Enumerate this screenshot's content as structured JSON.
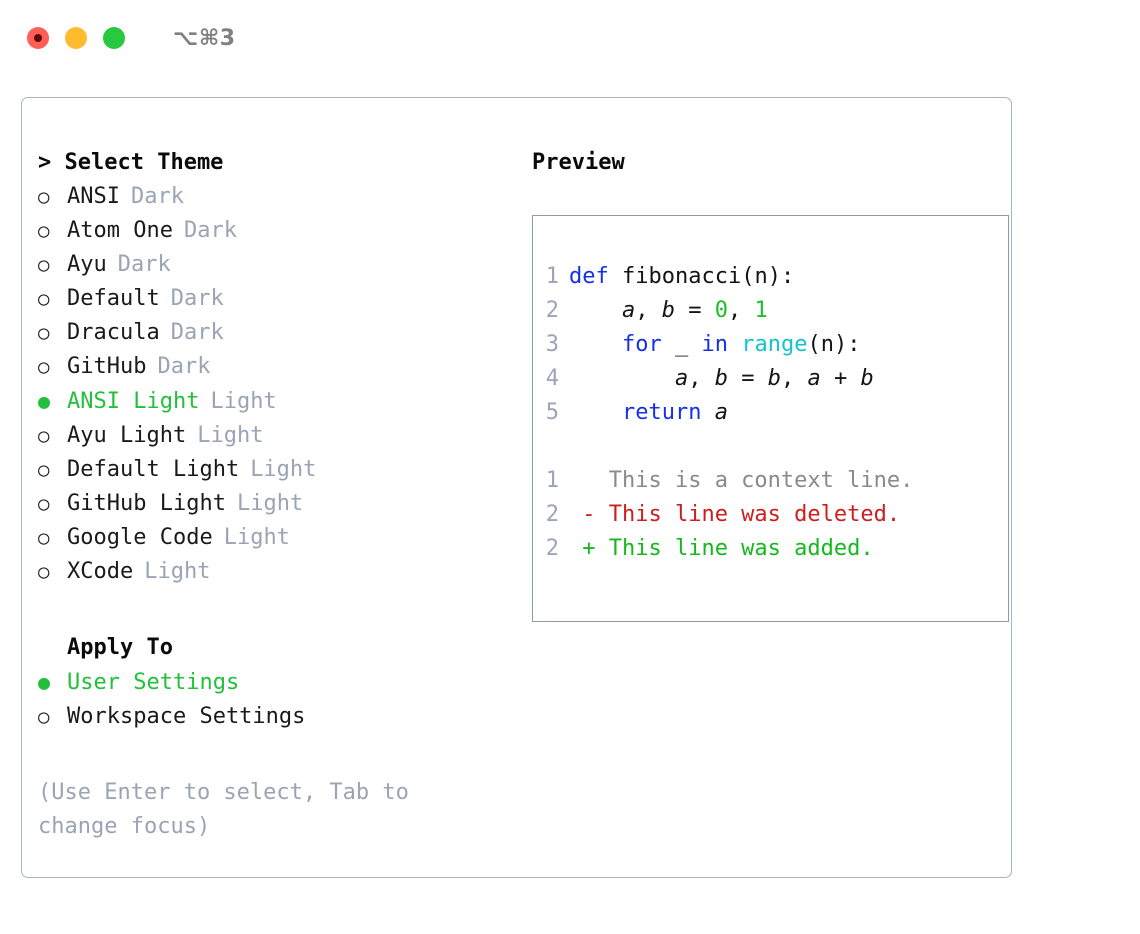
{
  "titlebar": {
    "shortcut": "⌥⌘3",
    "buttons": [
      {
        "name": "close",
        "color": "#ff5f57"
      },
      {
        "name": "minimize",
        "color": "#febc2e"
      },
      {
        "name": "maximize",
        "color": "#28c840"
      }
    ]
  },
  "theme_list": {
    "header": "> Select Theme",
    "selected_value": "ANSI Light",
    "items": [
      {
        "bullet": "○",
        "label": "ANSI",
        "suffix": "Dark",
        "selected": false
      },
      {
        "bullet": "○",
        "label": "Atom One",
        "suffix": "Dark",
        "selected": false
      },
      {
        "bullet": "○",
        "label": "Ayu",
        "suffix": "Dark",
        "selected": false
      },
      {
        "bullet": "○",
        "label": "Default",
        "suffix": "Dark",
        "selected": false
      },
      {
        "bullet": "○",
        "label": "Dracula",
        "suffix": "Dark",
        "selected": false
      },
      {
        "bullet": "○",
        "label": "GitHub",
        "suffix": "Dark",
        "selected": false
      },
      {
        "bullet": "●",
        "label": "ANSI Light",
        "suffix": "Light",
        "selected": true
      },
      {
        "bullet": "○",
        "label": "Ayu Light",
        "suffix": "Light",
        "selected": false
      },
      {
        "bullet": "○",
        "label": "Default Light",
        "suffix": "Light",
        "selected": false
      },
      {
        "bullet": "○",
        "label": "GitHub Light",
        "suffix": "Light",
        "selected": false
      },
      {
        "bullet": "○",
        "label": "Google Code",
        "suffix": "Light",
        "selected": false
      },
      {
        "bullet": "○",
        "label": "XCode",
        "suffix": "Light",
        "selected": false
      }
    ]
  },
  "apply_to": {
    "header": "Apply To",
    "selected_value": "User Settings",
    "items": [
      {
        "bullet": "●",
        "label": "User Settings",
        "selected": true
      },
      {
        "bullet": "○",
        "label": "Workspace Settings",
        "selected": false
      }
    ]
  },
  "hint": "(Use Enter to select, Tab to change focus)",
  "preview": {
    "title": "Preview",
    "code_lines": [
      {
        "number": "1",
        "tokens": [
          {
            "text": "def",
            "kind": "kw"
          },
          {
            "text": " ",
            "kind": "plain"
          },
          {
            "text": "fibonacci",
            "kind": "fn"
          },
          {
            "text": "(n):",
            "kind": "plain"
          }
        ]
      },
      {
        "number": "2",
        "tokens": [
          {
            "text": "    ",
            "kind": "plain"
          },
          {
            "text": "a",
            "kind": "var"
          },
          {
            "text": ", ",
            "kind": "plain"
          },
          {
            "text": "b",
            "kind": "var"
          },
          {
            "text": " = ",
            "kind": "plain"
          },
          {
            "text": "0",
            "kind": "num"
          },
          {
            "text": ", ",
            "kind": "plain"
          },
          {
            "text": "1",
            "kind": "num"
          }
        ]
      },
      {
        "number": "3",
        "tokens": [
          {
            "text": "    ",
            "kind": "plain"
          },
          {
            "text": "for",
            "kind": "kw"
          },
          {
            "text": " _ ",
            "kind": "plain"
          },
          {
            "text": "in",
            "kind": "kw"
          },
          {
            "text": " ",
            "kind": "plain"
          },
          {
            "text": "range",
            "kind": "builtin"
          },
          {
            "text": "(n):",
            "kind": "plain"
          }
        ]
      },
      {
        "number": "4",
        "tokens": [
          {
            "text": "        ",
            "kind": "plain"
          },
          {
            "text": "a",
            "kind": "var"
          },
          {
            "text": ", ",
            "kind": "plain"
          },
          {
            "text": "b",
            "kind": "var"
          },
          {
            "text": " = ",
            "kind": "plain"
          },
          {
            "text": "b",
            "kind": "var"
          },
          {
            "text": ", ",
            "kind": "plain"
          },
          {
            "text": "a",
            "kind": "var"
          },
          {
            "text": " + ",
            "kind": "plain"
          },
          {
            "text": "b",
            "kind": "var"
          }
        ]
      },
      {
        "number": "5",
        "tokens": [
          {
            "text": "    ",
            "kind": "plain"
          },
          {
            "text": "return",
            "kind": "kw"
          },
          {
            "text": " ",
            "kind": "plain"
          },
          {
            "text": "a",
            "kind": "var"
          }
        ]
      }
    ],
    "diff_lines": [
      {
        "number": "1",
        "marker": " ",
        "text": "This is a context line.",
        "kind": "context"
      },
      {
        "number": "2",
        "marker": "-",
        "text": "This line was deleted.",
        "kind": "deleted"
      },
      {
        "number": "2",
        "marker": "+",
        "text": "This line was added.",
        "kind": "added"
      }
    ]
  },
  "colors": {
    "accent_green": "#22c03c",
    "muted": "#9aa4b4",
    "border": "#aab3c0",
    "preview_border": "#8e9aaa",
    "keyword": "#1431e8",
    "number": "#1bbf2b",
    "builtin": "#14c4cc",
    "diff_deleted": "#cc2020",
    "diff_added": "#16b81e",
    "diff_context": "#8a8a8a"
  }
}
